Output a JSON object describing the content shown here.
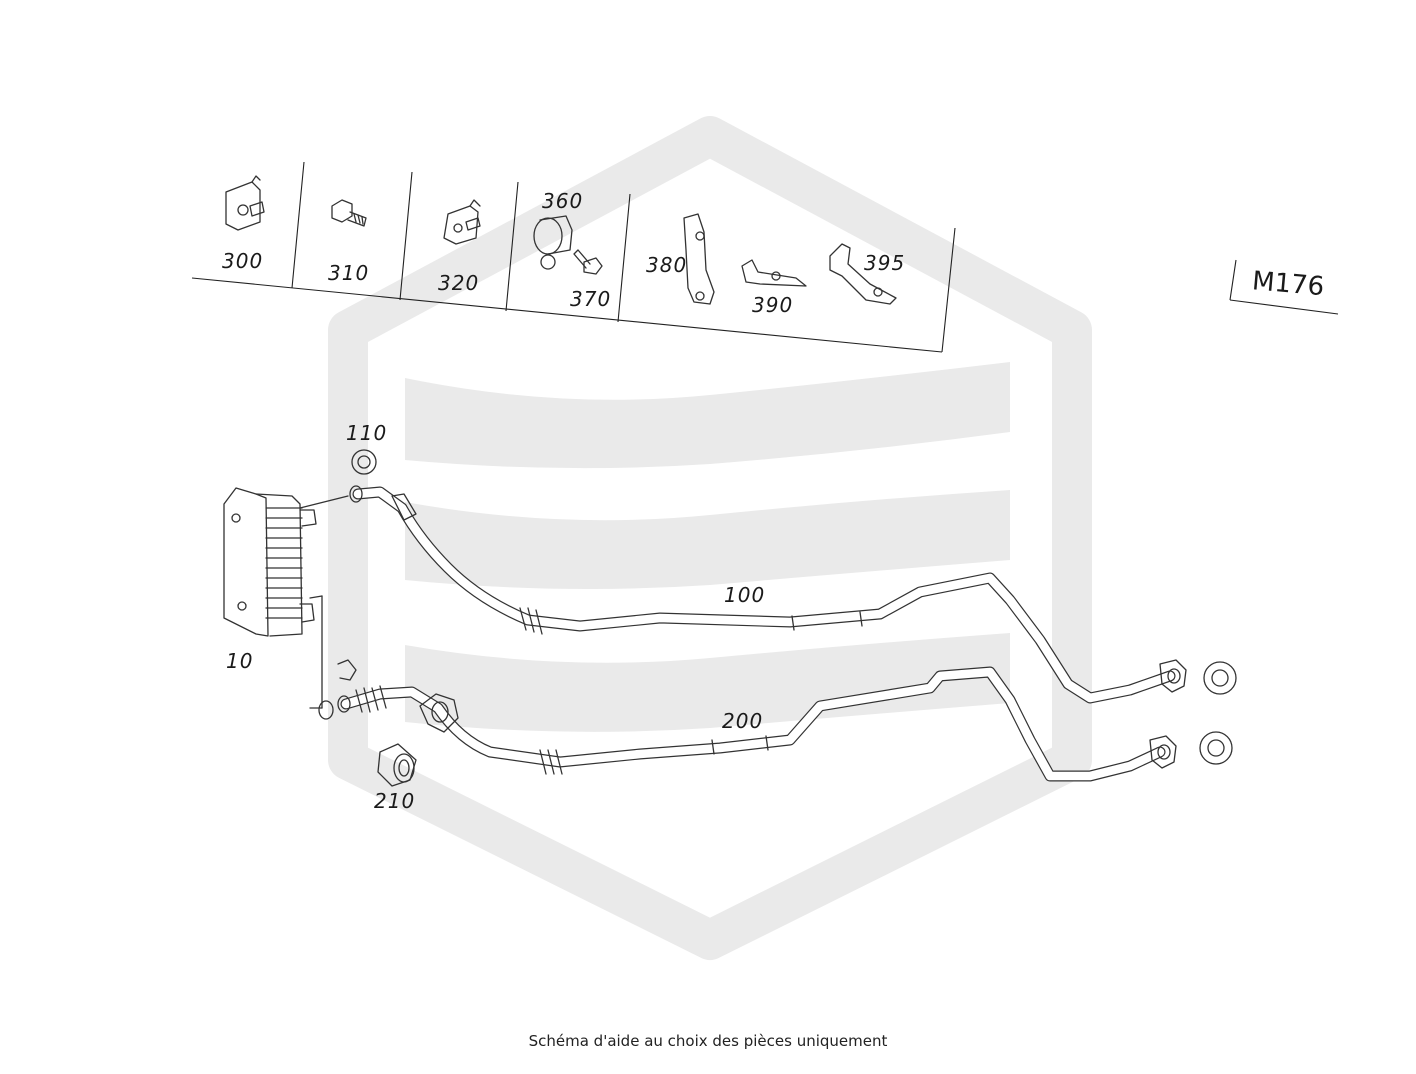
{
  "engine_code": "M176",
  "caption": "Schéma d'aide au choix des pièces uniquement",
  "callouts": {
    "p10": "10",
    "p100": "100",
    "p110": "110",
    "p200": "200",
    "p210": "210",
    "p300": "300",
    "p310": "310",
    "p320": "320",
    "p360": "360",
    "p370": "370",
    "p380": "380",
    "p390": "390",
    "p395": "395"
  },
  "colors": {
    "line": "#333333",
    "watermark": "#eaeaea"
  }
}
